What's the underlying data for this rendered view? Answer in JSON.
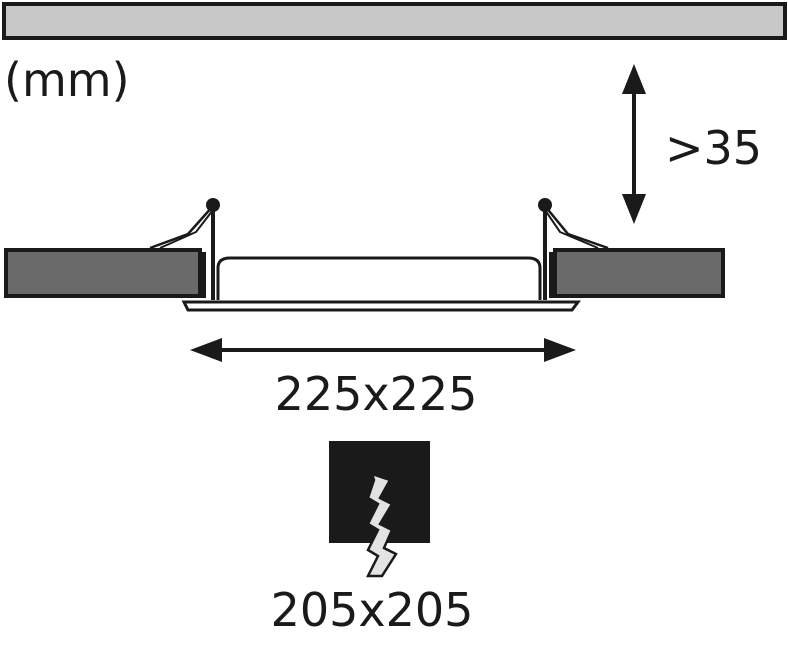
{
  "unit_label": "(mm)",
  "clearance_label": ">35",
  "panel_dimension_label": "225x225",
  "cutout_dimension_label": "205x205",
  "colors": {
    "ceiling_fill": "#c8c8c8",
    "board_fill": "#6a6a6a",
    "line": "#1a1a1a",
    "cutout_icon_fill": "#1a1a1a",
    "cutout_bit_fill": "#e3e3e3"
  },
  "icons": {
    "ceiling": "ceiling-slab",
    "board": "ceiling-board",
    "luminaire": "recessed-panel-luminaire",
    "cutout": "hole-saw-cutout-icon"
  }
}
